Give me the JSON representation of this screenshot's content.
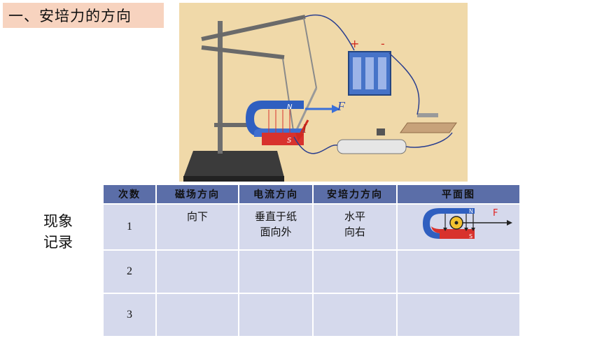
{
  "title": "一、安培力的方向",
  "side_label": [
    "现象",
    "记录"
  ],
  "figure": {
    "force_label": "F",
    "current_label": "I",
    "north_label": "N",
    "south_label": "S",
    "plus_label": "+",
    "minus_label": "-"
  },
  "table": {
    "headers": [
      "次数",
      "磁场方向",
      "电流方向",
      "安培力方向",
      "平面图"
    ],
    "rows": [
      {
        "num": "1",
        "field": "向下",
        "current": [
          "垂直于纸",
          "面向外"
        ],
        "force": [
          "水平",
          "向右"
        ]
      },
      {
        "num": "2",
        "field": "",
        "current": [
          "",
          ""
        ],
        "force": [
          "",
          ""
        ]
      },
      {
        "num": "3",
        "field": "",
        "current": [
          "",
          ""
        ],
        "force": [
          "",
          ""
        ]
      }
    ],
    "diagram": {
      "force_label": "F",
      "north_label": "N",
      "south_label": "S"
    }
  },
  "colors": {
    "title_bg": "#f7d3bf",
    "header_bg": "#5b6ea8",
    "cell_bg": "#d5d9ec",
    "magnet_blue": "#2f5fc0",
    "magnet_red": "#d8322d",
    "force_arrow": "#3a6fd8",
    "current_arrow": "#d02a20"
  }
}
